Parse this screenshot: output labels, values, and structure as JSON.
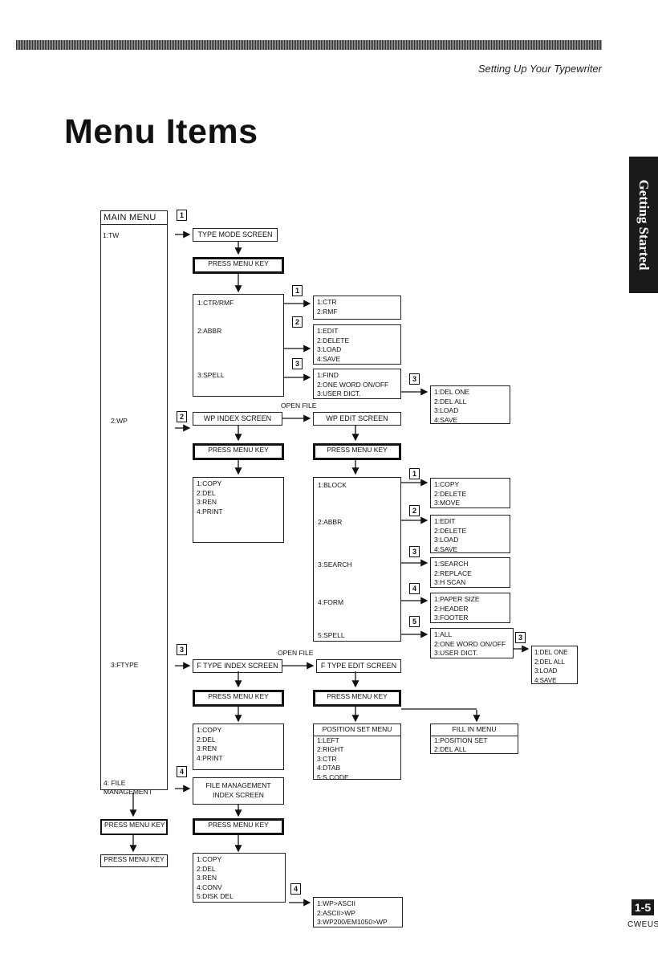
{
  "header": {
    "running_title": "Setting Up Your Typewriter",
    "page_title": "Menu Items"
  },
  "side_tab": "Getting Started",
  "footer": {
    "page_number": "1-5",
    "code": "CWEUS"
  },
  "main_menu": {
    "title": "MAIN MENU",
    "items": [
      {
        "label": "1:TW",
        "num": "1"
      },
      {
        "label": "2:WP",
        "num": "2"
      },
      {
        "label": "3:FTYPE",
        "num": "3"
      },
      {
        "label": "4: FILE\nMANAGEMENT",
        "num": "4"
      }
    ]
  },
  "tw": {
    "screen": "TYPE MODE SCREEN",
    "key": "PRESS MENU KEY",
    "menu": [
      "1:CTR/RMF",
      "2:ABBR",
      "3:SPELL"
    ],
    "ctr": [
      "1:CTR",
      "2:RMF"
    ],
    "abbr": [
      "1:EDIT",
      "2:DELETE",
      "3:LOAD",
      "4:SAVE"
    ],
    "spell": [
      "1:FIND",
      "2:ONE WORD ON/OFF",
      "3:USER DICT."
    ],
    "dict": [
      "1:DEL ONE",
      "2:DEL ALL",
      "3:LOAD",
      "4:SAVE"
    ],
    "sub_nums": [
      "1",
      "2",
      "3",
      "3"
    ]
  },
  "wp": {
    "open_file": "OPEN FILE",
    "index": "WP INDEX SCREEN",
    "edit": "WP EDIT SCREEN",
    "key": "PRESS MENU KEY",
    "index_menu": [
      "1:COPY",
      "2:DEL",
      "3:REN",
      "4:PRINT"
    ],
    "edit_menu": [
      "1:BLOCK",
      "2:ABBR",
      "3:SEARCH",
      "4:FORM",
      "5:SPELL"
    ],
    "block": [
      "1:COPY",
      "2:DELETE",
      "3:MOVE"
    ],
    "abbr": [
      "1:EDIT",
      "2:DELETE",
      "3:LOAD",
      "4:SAVE"
    ],
    "search": [
      "1:SEARCH",
      "2:REPLACE",
      "3:H SCAN"
    ],
    "form": [
      "1:PAPER SIZE",
      "2:HEADER",
      "3:FOOTER"
    ],
    "spell": [
      "1:ALL",
      "2:ONE WORD ON/OFF",
      "3:USER DICT."
    ],
    "dict": [
      "1:DEL ONE",
      "2:DEL ALL",
      "3:LOAD",
      "4:SAVE"
    ],
    "sub_nums": [
      "1",
      "2",
      "3",
      "4",
      "5",
      "3"
    ]
  },
  "ftype": {
    "open_file": "OPEN FILE",
    "index": "F TYPE INDEX SCREEN",
    "edit": "F TYPE EDIT SCREEN",
    "key": "PRESS MENU KEY",
    "index_menu": [
      "1:COPY",
      "2:DEL",
      "3:REN",
      "4:PRINT"
    ],
    "position_title": "POSITION SET MENU",
    "position": [
      "1:LEFT",
      "2:RIGHT",
      "3:CTR",
      "4:DTAB",
      "5:S CODE"
    ],
    "fill_title": "FILL IN MENU",
    "fill": [
      "1:POSITION SET",
      "2:DEL ALL"
    ]
  },
  "fm": {
    "screen": "FILE MANAGEMENT\nINDEX SCREEN",
    "key": "PRESS MENU KEY",
    "menu": [
      "1:COPY",
      "2:DEL",
      "3:REN",
      "4:CONV",
      "5:DISK DEL"
    ],
    "conv": [
      "1:WP>ASCII",
      "2:ASCII>WP",
      "3:WP200/EM1050>WP"
    ],
    "conv_num": "4"
  },
  "left_keys": [
    "PRESS MENU KEY",
    "PRESS MENU KEY"
  ]
}
